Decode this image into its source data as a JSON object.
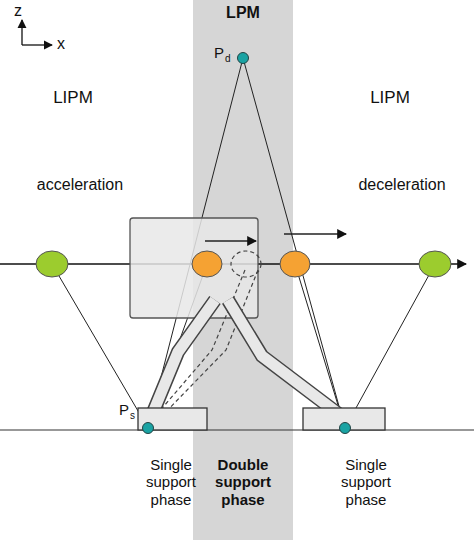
{
  "diagram": {
    "nodes": [
      {
        "text": [
          "LPM",
          "Double support phase"
        ]
      }
    ],
    "labels": [
      "z",
      "x",
      "LIPM",
      "LIPM",
      "acceleration",
      "deceleration",
      "P",
      "d",
      "P",
      "s",
      "Single support phase",
      "Single support phase"
    ]
  }
}
